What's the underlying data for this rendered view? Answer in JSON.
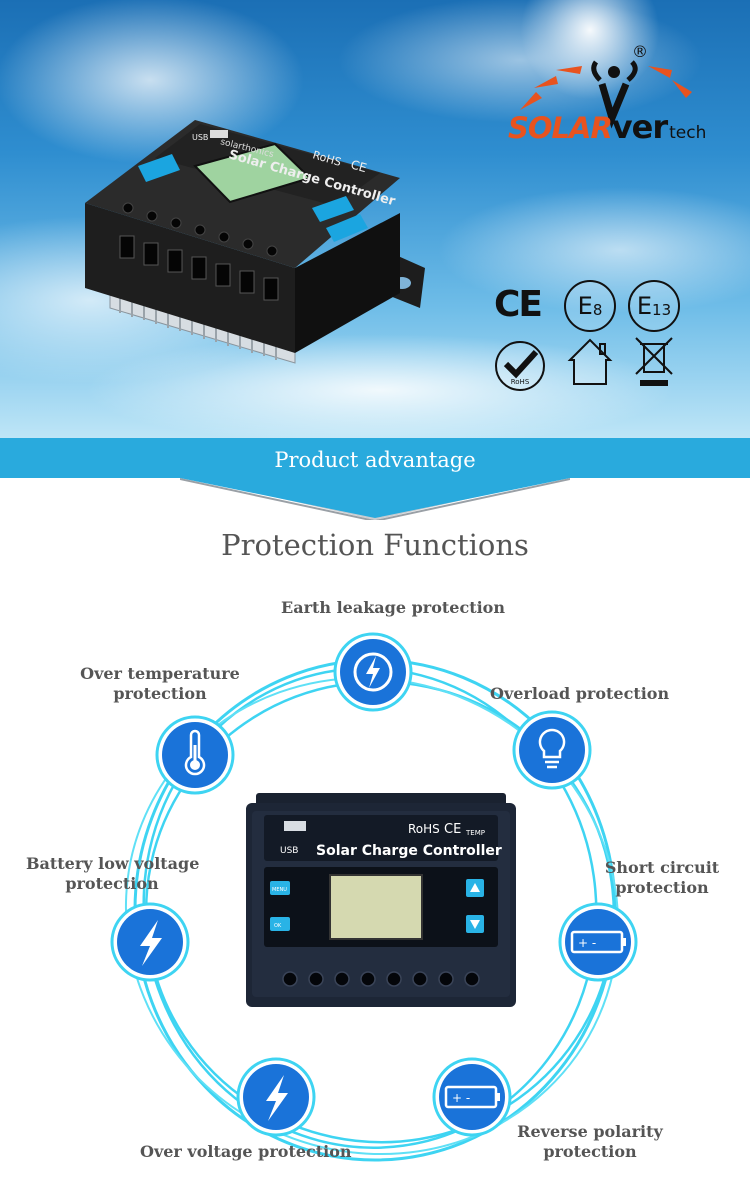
{
  "hero": {
    "logo": {
      "solar": "SOLAR",
      "ver": "ver",
      "tech": "tech",
      "registered": "®"
    },
    "device": {
      "brand": "solarthonics",
      "title": "Solar Charge Controller",
      "rohs": "RoHS",
      "ce": "CE",
      "usb": "USB"
    },
    "certifications": {
      "ce": "CE",
      "e8": "E",
      "e8_num": "8",
      "e13": "E",
      "e13_num": "13",
      "rohs": "RoHS"
    }
  },
  "banner": {
    "label": "Product advantage"
  },
  "section": {
    "title": "Protection Functions"
  },
  "center_device": {
    "title": "Solar Charge Controller",
    "rohs": "RoHS",
    "ce": "CE",
    "temp": "TEMP",
    "usb": "USB",
    "menu": "MENU",
    "ok": "OK"
  },
  "protections": [
    {
      "id": "earth-leakage",
      "lines": [
        "Earth leakage protection"
      ],
      "icon": "lightning-circle-icon"
    },
    {
      "id": "overload",
      "lines": [
        "Overload protection"
      ],
      "icon": "light-bulb-icon"
    },
    {
      "id": "short-circuit",
      "lines": [
        "Short circuit",
        "protection"
      ],
      "icon": "battery-icon"
    },
    {
      "id": "reverse-polarity",
      "lines": [
        "Reverse polarity",
        "protection"
      ],
      "icon": "battery-icon"
    },
    {
      "id": "over-voltage",
      "lines": [
        "Over voltage protection"
      ],
      "icon": "lightning-bolt-icon"
    },
    {
      "id": "battery-low-voltage",
      "lines": [
        "Battery low voltage",
        "protection"
      ],
      "icon": "lightning-bolt-icon"
    },
    {
      "id": "over-temperature",
      "lines": [
        "Over temperature",
        "protection"
      ],
      "icon": "thermometer-icon"
    }
  ],
  "colors": {
    "accent": "#29aadd",
    "ring": "#3ed4f2",
    "node_fill": "#1a73d9",
    "text": "#555555"
  }
}
